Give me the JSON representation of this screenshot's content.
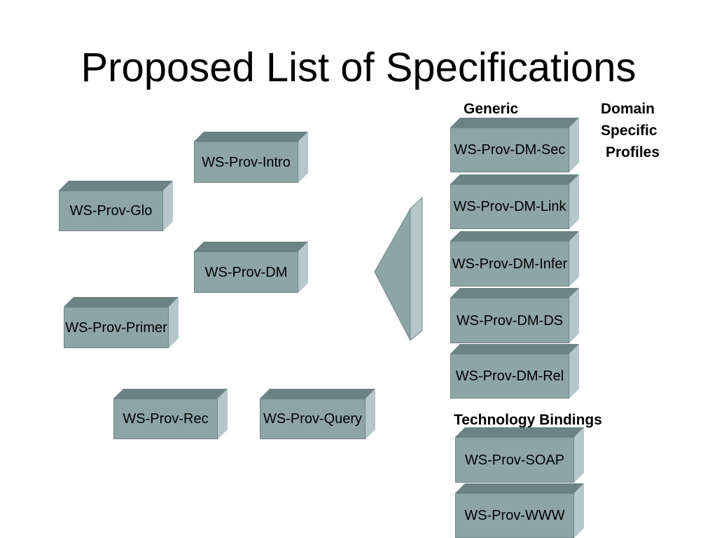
{
  "title": "Proposed List of Specifications",
  "labels": {
    "generic": "Generic",
    "domain_line1": "Domain",
    "domain_line2": "Specific",
    "domain_line3": "Profiles",
    "technology_bindings": "Technology Bindings"
  },
  "core_specs": [
    "WS-Prov-Intro",
    "WS-Prov-Glo",
    "WS-Prov-DM",
    "WS-Prov-Primer",
    "WS-Prov-Rec",
    "WS-Prov-Query"
  ],
  "profiles": [
    "WS-Prov-DM-Sec",
    "WS-Prov-DM-Link",
    "WS-Prov-DM-Infer",
    "WS-Prov-DM-DS",
    "WS-Prov-DM-Rel"
  ],
  "bindings": [
    "WS-Prov-SOAP",
    "WS-Prov-WWW"
  ],
  "colors": {
    "box_front": "#8ea5a7",
    "box_top": "#6b8384",
    "box_side": "#b5c7c8"
  }
}
